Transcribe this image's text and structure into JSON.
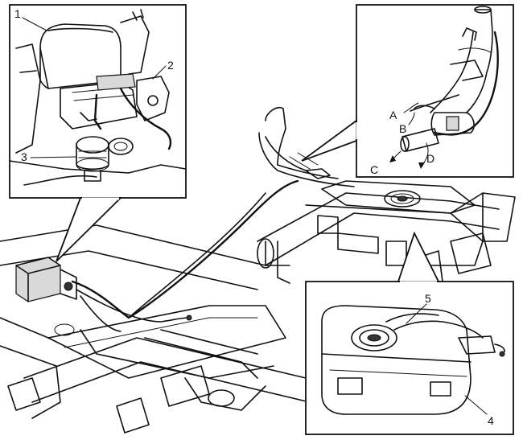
{
  "callouts": {
    "c1": "1",
    "c2": "2",
    "c3": "3",
    "c4": "4",
    "c5": "5",
    "cA": "A",
    "cB": "B",
    "cC": "C",
    "cD": "D"
  }
}
